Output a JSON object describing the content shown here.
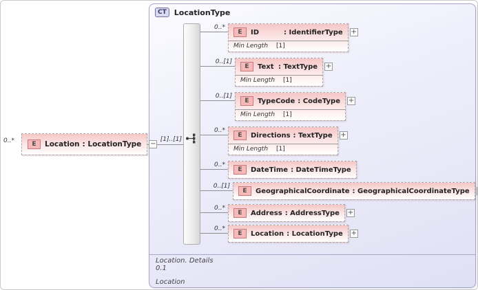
{
  "diagram": {
    "root": {
      "cardinality": "0..*",
      "icon": "E",
      "name": "Location",
      "type_label": ": LocationType",
      "collapse_glyph": "−"
    },
    "complex_type": {
      "badge": "CT",
      "title": "LocationType",
      "compositor_cardinality": "[1]..[1]",
      "footer": {
        "line1": "Location. Details",
        "line2": "0.1",
        "line3": "Location"
      }
    },
    "children": [
      {
        "cardinality": "0..*",
        "icon": "E",
        "name": "ID",
        "type_label": ": IdentifierType",
        "facet_name": "Min Length",
        "facet_value": "[1]",
        "expander": "+"
      },
      {
        "cardinality": "0..[1]",
        "icon": "E",
        "name": "Text",
        "type_label": ": TextType",
        "facet_name": "Min Length",
        "facet_value": "[1]",
        "expander": "+"
      },
      {
        "cardinality": "0..[1]",
        "icon": "E",
        "name": "TypeCode",
        "type_label": ": CodeType",
        "facet_name": "Min Length",
        "facet_value": "[1]",
        "expander": "+"
      },
      {
        "cardinality": "0..*",
        "icon": "E",
        "name": "Directions",
        "type_label": ": TextType",
        "facet_name": "Min Length",
        "facet_value": "[1]",
        "expander": "+"
      },
      {
        "cardinality": "0..*",
        "icon": "E",
        "name": "DateTime",
        "type_label": ": DateTimeType"
      },
      {
        "cardinality": "0..[1]",
        "icon": "E",
        "name": "GeographicalCoordinate",
        "type_label": ": GeographicalCoordinateType",
        "expander": "+"
      },
      {
        "cardinality": "0..*",
        "icon": "E",
        "name": "Address",
        "type_label": ": AddressType",
        "expander": "+"
      },
      {
        "cardinality": "0..*",
        "icon": "E",
        "name": "Location",
        "type_label": ": LocationType",
        "expander": "+"
      }
    ],
    "colors": {
      "element_fill": "#f6c6c6",
      "element_border": "#a9a9a9",
      "container_fill": "#e3e3f5",
      "container_border": "#a6a6c9",
      "badge_text": "#39396b",
      "connector": "#8f8f8f"
    }
  }
}
